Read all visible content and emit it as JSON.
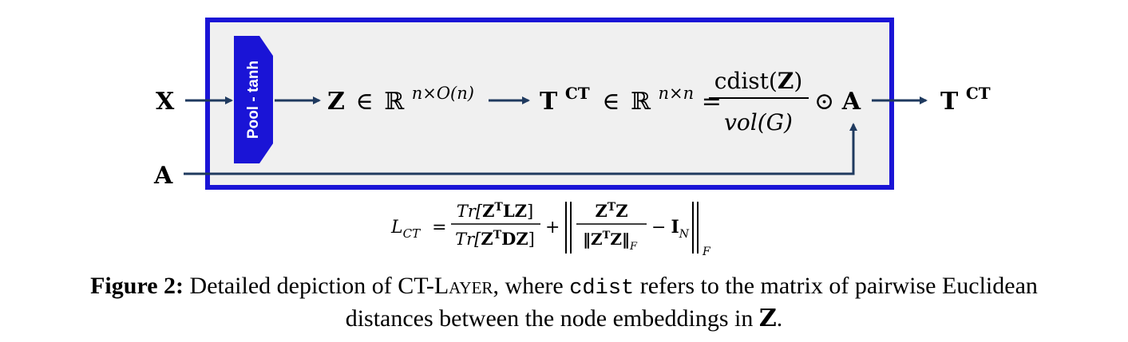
{
  "inputs": {
    "x": "X",
    "a": "A"
  },
  "pool_block": {
    "label": "Pool - tanh"
  },
  "z_expr": {
    "var": "Z",
    "in": "∈",
    "space": "ℝ",
    "exp": "n×O(n)"
  },
  "t_expr": {
    "var": "T",
    "sup": "CT",
    "in": "∈",
    "space": "ℝ",
    "exp": "n×n",
    "eq": "=",
    "num_fn": "cdist(",
    "num_var": "Z",
    "num_close": ")",
    "den": "vol(G)",
    "op": "⊙",
    "a": "A"
  },
  "output": {
    "var": "T",
    "sup": "CT"
  },
  "loss": {
    "lhs": "L",
    "lhs_sub": "CT",
    "eq": "=",
    "frac1_num_a": "Tr[",
    "frac1_num_b": "Z",
    "frac1_num_sup": "T",
    "frac1_num_c": "LZ",
    "frac1_num_d": "]",
    "frac1_den_a": "Tr[",
    "frac1_den_b": "Z",
    "frac1_den_sup": "T",
    "frac1_den_c": "DZ",
    "frac1_den_d": "]",
    "plus": "+",
    "frac2_num_a": "Z",
    "frac2_num_sup": "T",
    "frac2_num_b": "Z",
    "frac2_den_a": "‖Z",
    "frac2_den_sup": "T",
    "frac2_den_b": "Z‖",
    "frac2_den_sub": "F",
    "minus": "−",
    "identity": "I",
    "identity_sub": "N",
    "norm_sub": "F"
  },
  "caption": {
    "label": "Figure 2:",
    "text1": " Detailed depiction of CT-",
    "layer": "Layer",
    "text2": ", where ",
    "code": "cdist",
    "text3": " refers to the matrix of pairwise Euclidean",
    "line2": "distances between the node embeddings in ",
    "z": "Z",
    "end": "."
  },
  "colors": {
    "box_border": "#1a14d6",
    "box_fill": "#f0f0f0",
    "arrow": "#1f3a5f",
    "pool_fill": "#1a14d6",
    "pool_text": "#ffffff"
  }
}
